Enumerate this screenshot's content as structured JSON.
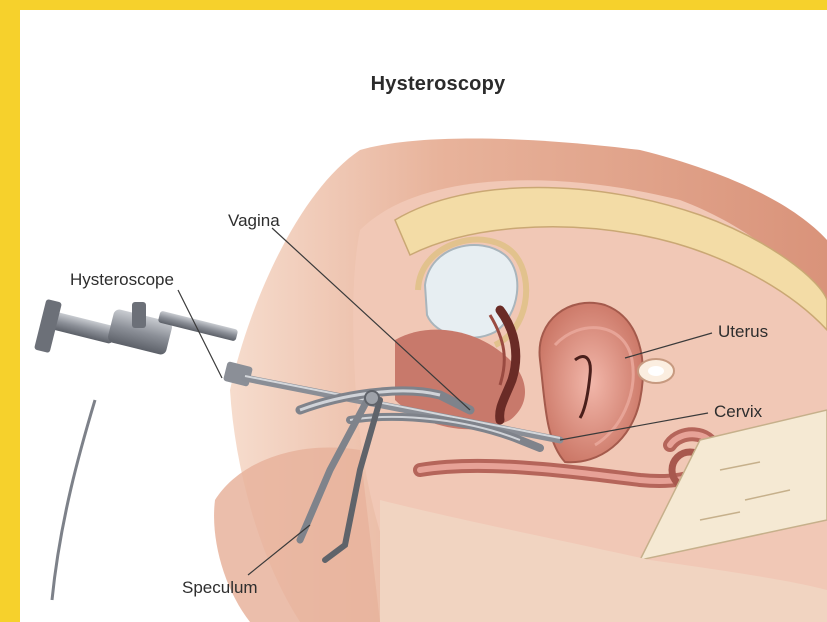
{
  "title": "Hysteroscopy",
  "labels": {
    "vagina": "Vagina",
    "hysteroscope": "Hysteroscope",
    "uterus": "Uterus",
    "cervix": "Cervix",
    "speculum": "Speculum"
  },
  "colors": {
    "border": "#f6d12c",
    "background": "#ffffff",
    "skin": "#e2a88e",
    "tissue": "#d98c7c",
    "fat": "#f3dca6",
    "instrument": "#7d8189"
  }
}
